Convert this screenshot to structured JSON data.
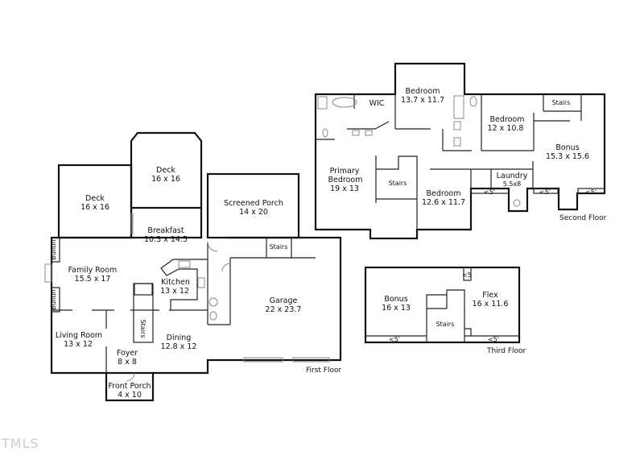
{
  "first_floor": {
    "label": "First Floor",
    "rooms": [
      {
        "name": "Deck",
        "size": "16 x 16"
      },
      {
        "name": "Deck",
        "size": "16 x 16"
      },
      {
        "name": "Screened Porch",
        "size": "14 x 20"
      },
      {
        "name": "Breakfast",
        "size": "10.3 x 14.5"
      },
      {
        "name": "Family Room",
        "size": "15.5 x 17"
      },
      {
        "name": "Kitchen",
        "size": "13 x 12"
      },
      {
        "name": "Garage",
        "size": "22 x 23.7"
      },
      {
        "name": "Living Room",
        "size": "13 x 12"
      },
      {
        "name": "Dining",
        "size": "12.8 x 12"
      },
      {
        "name": "Foyer",
        "size": "8 x 8"
      },
      {
        "name": "Front Porch",
        "size": "4 x 10"
      }
    ],
    "stairs": [
      "Stairs",
      "Stairs"
    ],
    "builtins": [
      "BuiltIn",
      "BuiltIn"
    ]
  },
  "second_floor": {
    "label": "Second Floor",
    "rooms": [
      {
        "name": "Bedroom",
        "size": "13.7 x 11.7"
      },
      {
        "name": "WIC",
        "size": ""
      },
      {
        "name": "Bedroom",
        "size": "12 x 10.8"
      },
      {
        "name": "Bonus",
        "size": "15.3 x 15.6"
      },
      {
        "name": "Primary Bedroom",
        "size": "19 x 13"
      },
      {
        "name": "Bedroom",
        "size": "12.6 x 11.7"
      },
      {
        "name": "Laundry",
        "size": "5.5x8"
      }
    ],
    "stairs": [
      "Stairs",
      "Stairs"
    ],
    "low_ceiling": [
      "<5'",
      "<5'",
      "<5'"
    ]
  },
  "third_floor": {
    "label": "Third Floor",
    "rooms": [
      {
        "name": "Bonus",
        "size": "16 x 13"
      },
      {
        "name": "Flex",
        "size": "16 x 11.6"
      }
    ],
    "stairs": "Stairs",
    "low_ceiling": [
      "<5",
      "<5'",
      "<5'"
    ]
  },
  "watermark": "TMLS"
}
